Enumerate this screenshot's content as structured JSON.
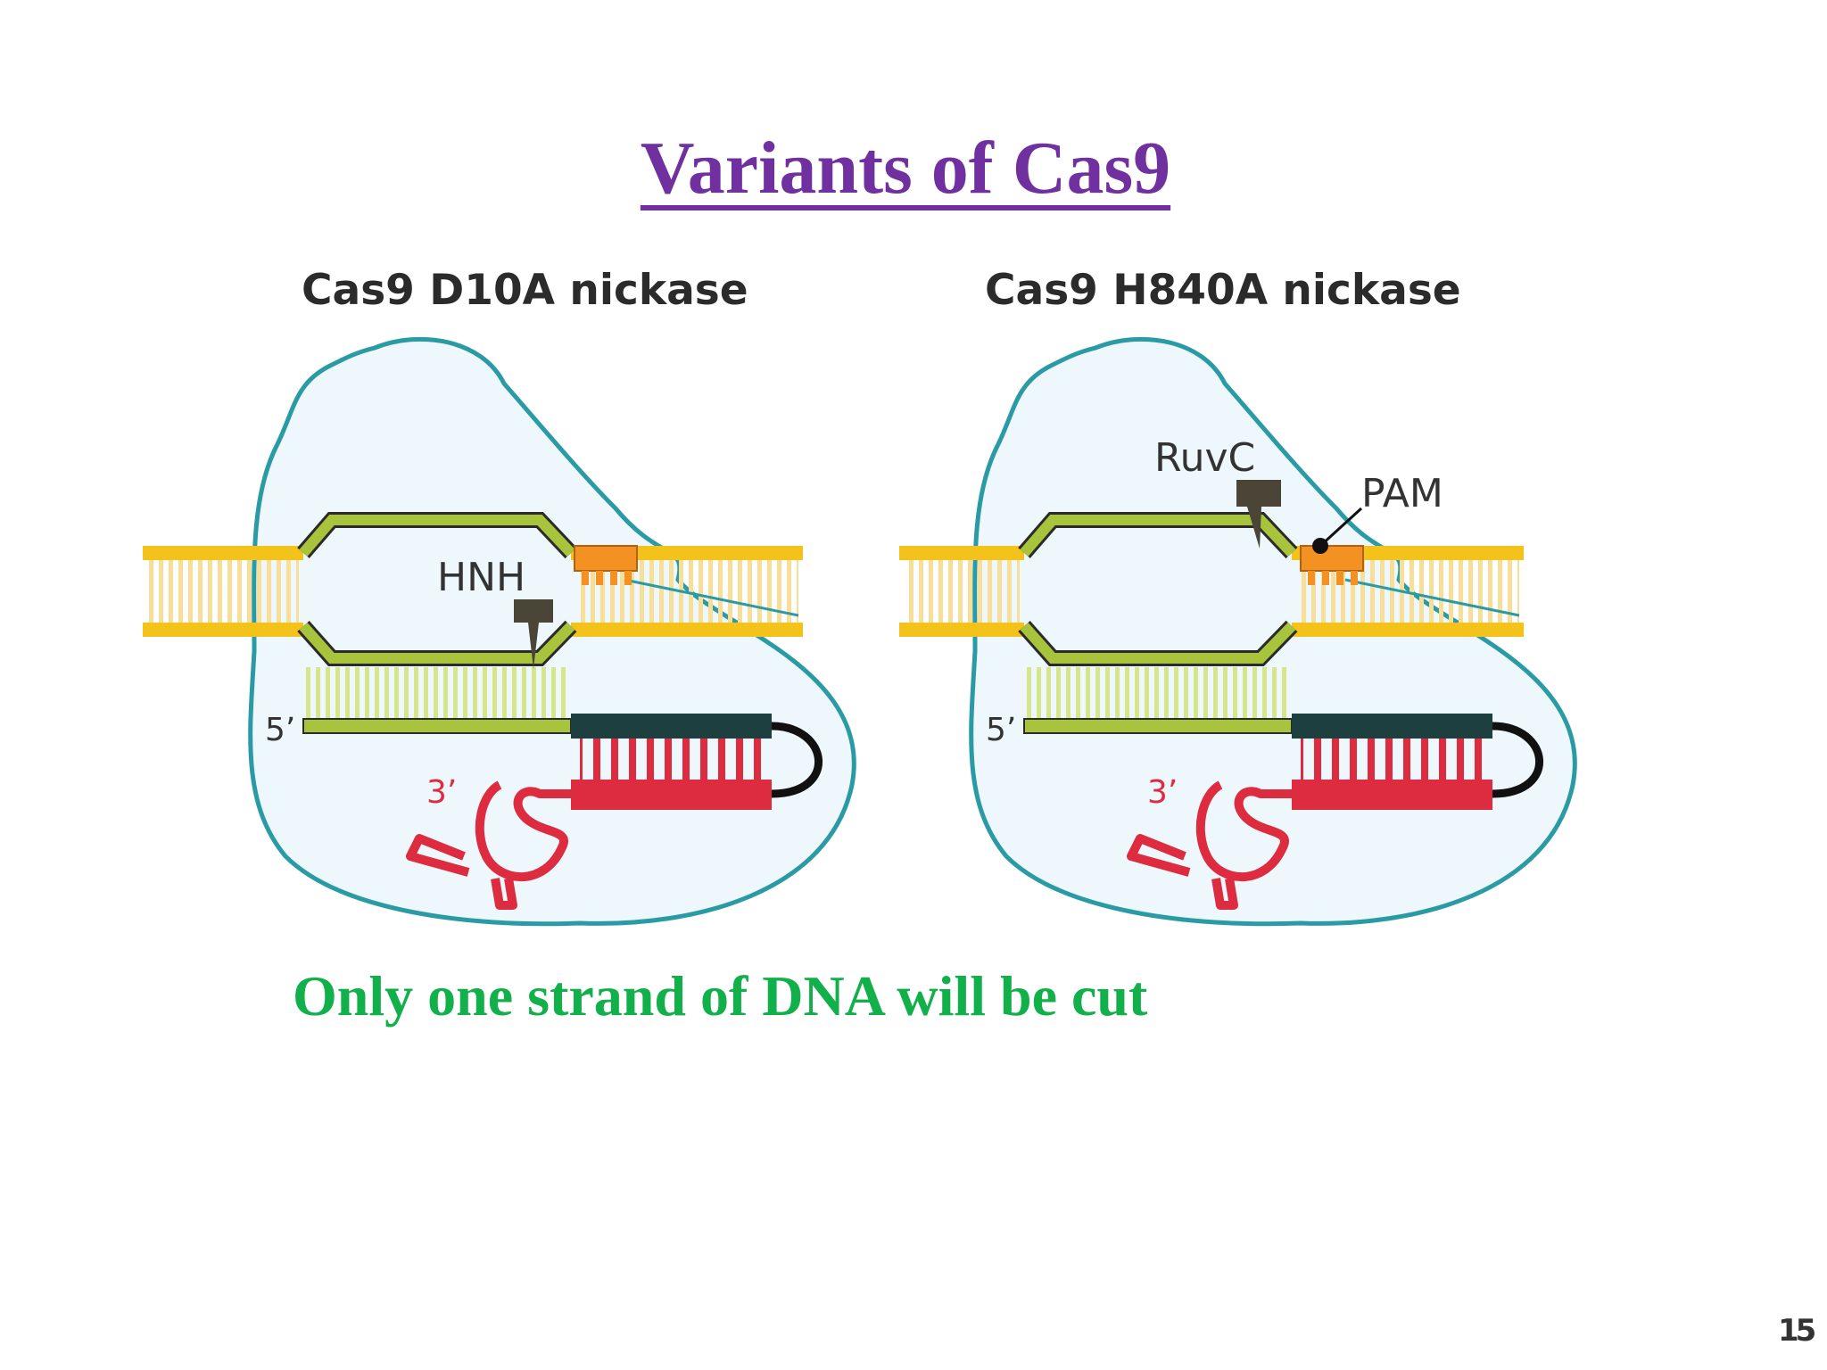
{
  "slide": {
    "title": "Variants of Cas9",
    "caption": "Only one strand of DNA will be cut",
    "page_number": "15"
  },
  "panels": [
    {
      "title": "Cas9 D10A nickase",
      "labels": {
        "active_domain": "HNH",
        "five_prime": "5’",
        "three_prime": "3’"
      }
    },
    {
      "title": "Cas9 H840A nickase",
      "labels": {
        "active_domain": "RuvC",
        "pam": "PAM",
        "five_prime": "5’",
        "three_prime": "3’"
      }
    }
  ],
  "colors": {
    "title": "#7030a0",
    "caption": "#12b04a",
    "protein_outline": "#2a9ba5",
    "protein_fill": "#eef7fb",
    "dna_backbone": "#f3c21b",
    "dna_bases": "#f7df9a",
    "target_strand": "#a8c33c",
    "pam": "#f39223",
    "guide_rna": "#dd2c3f",
    "tracr": "#1e3f3f",
    "domain_blade": "#4a4536"
  },
  "icons": {
    "nuclease_domain": "blade-icon",
    "protein": "cas9-blob-icon"
  }
}
